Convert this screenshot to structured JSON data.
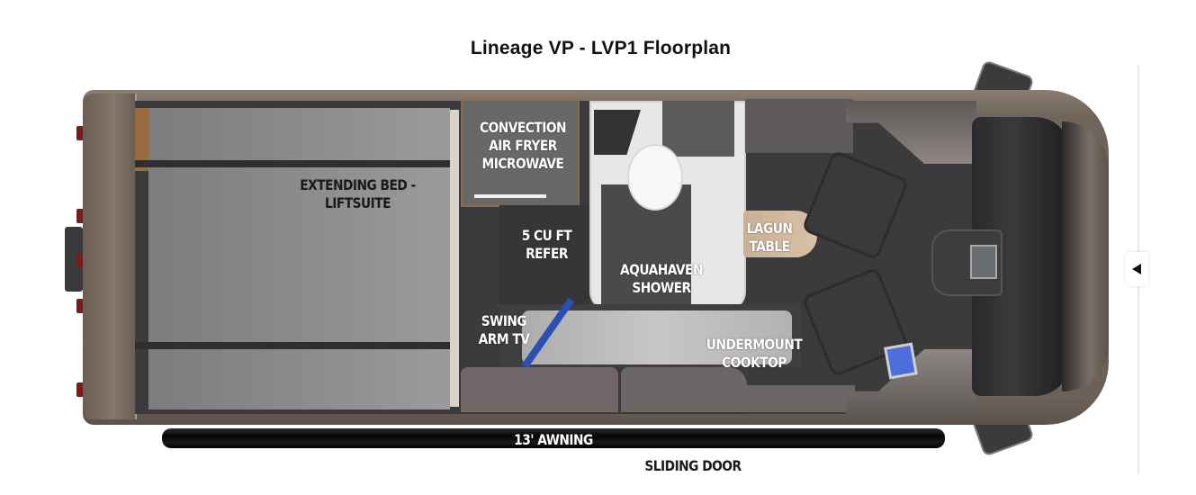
{
  "title": "Lineage VP - LVP1 Floorplan",
  "labels": {
    "extending_bed": [
      "EXTENDING BED -",
      "LIFTSUITE"
    ],
    "microwave": [
      "CONVECTION",
      "AIR FRYER",
      "MICROWAVE"
    ],
    "refer": [
      "5 CU FT",
      "REFER"
    ],
    "shower": [
      "AQUAHAVEN",
      "SHOWER"
    ],
    "table": [
      "LAGUN",
      "TABLE"
    ],
    "tv": [
      "SWING",
      "ARM TV"
    ],
    "cooktop": [
      "UNDERMOUNT",
      "COOKTOP"
    ],
    "awning": "13' AWNING",
    "sliding_door": "SLIDING DOOR"
  },
  "nav": {
    "icon": "triangle-left-icon"
  },
  "colors": {
    "body": "#6f655b",
    "interior": "#3b3b3d",
    "bed": "#8b8b8d",
    "wood": "#9a6b3e",
    "table": "#d0b89c",
    "led": "#4b6edc"
  }
}
